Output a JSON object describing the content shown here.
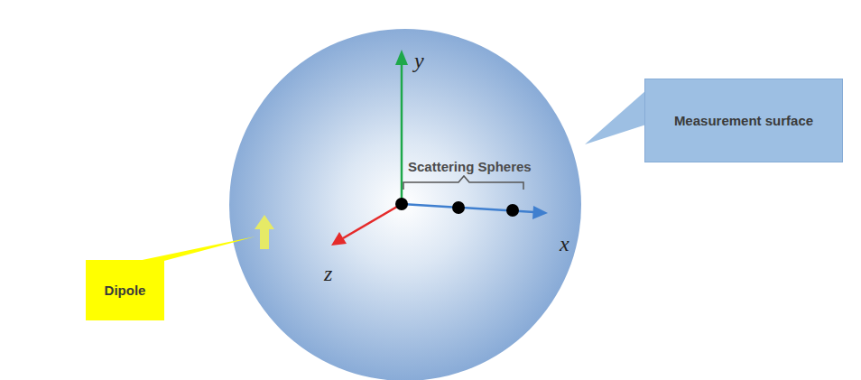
{
  "diagram": {
    "nodes": [
      {
        "text": [
          "Measurement surface"
        ]
      },
      {
        "text": [
          "Dipole"
        ]
      }
    ],
    "labels": [
      "y",
      "Scattering Spheres",
      "x",
      "z"
    ]
  }
}
